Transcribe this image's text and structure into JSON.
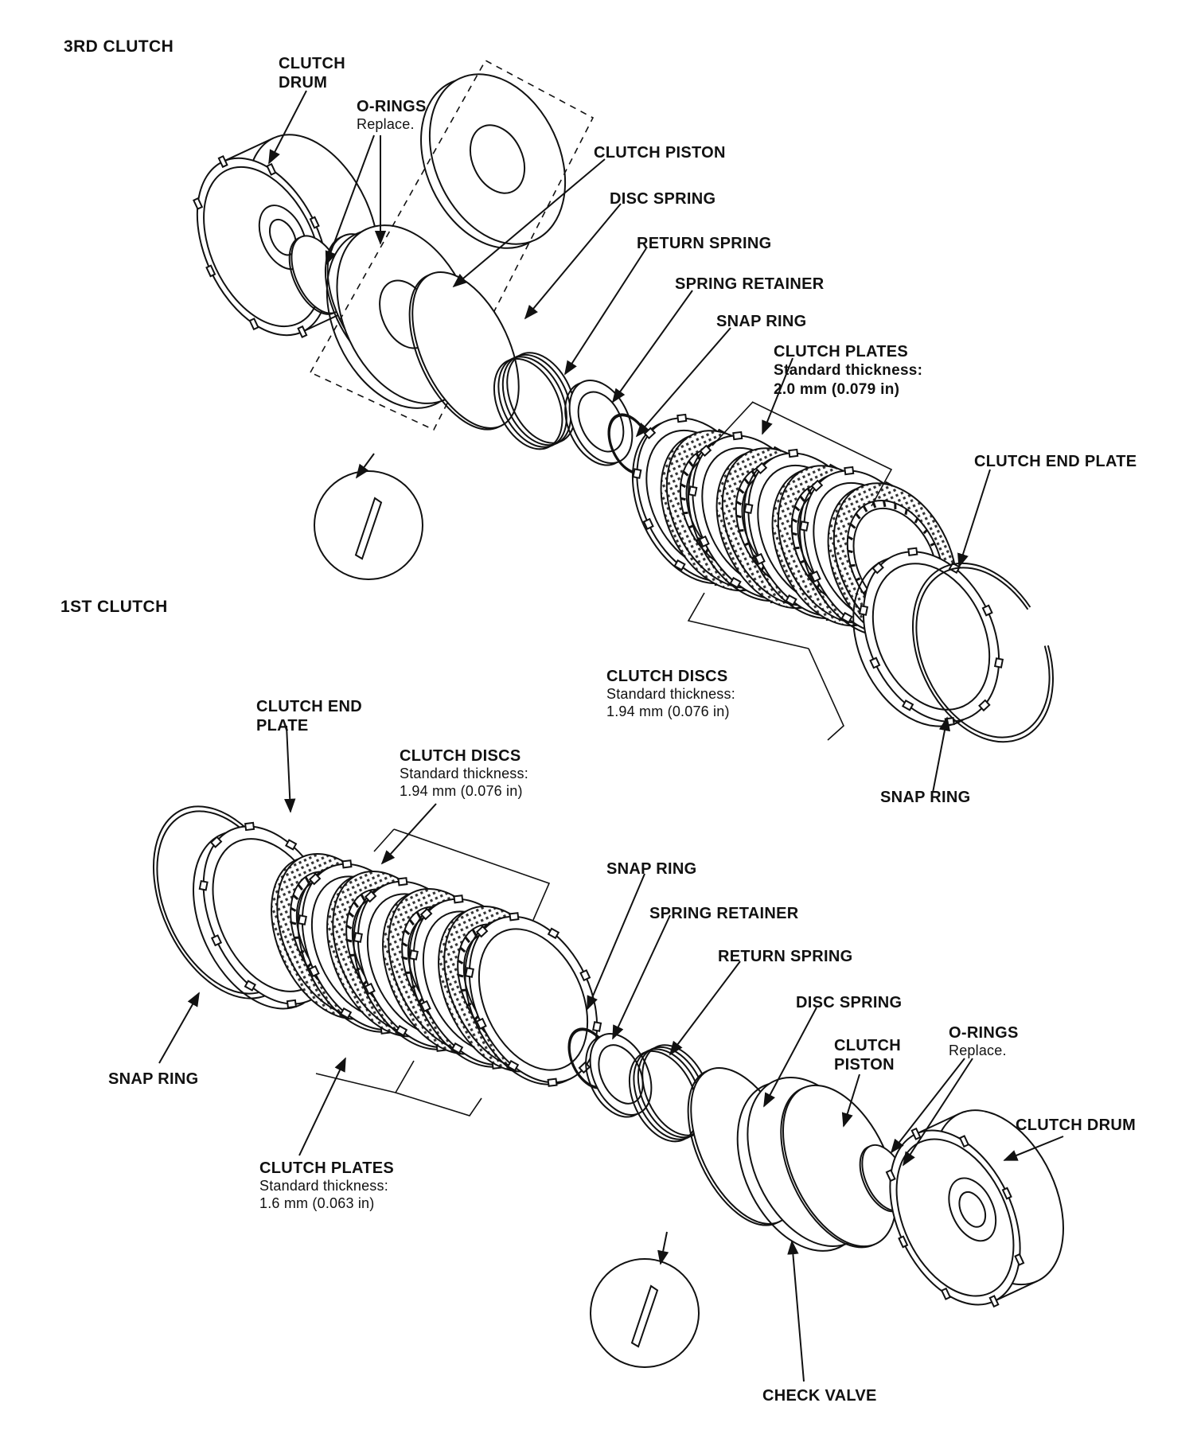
{
  "sections": {
    "third": "3RD CLUTCH",
    "first": "1ST CLUTCH"
  },
  "third_clutch": {
    "clutch_drum": [
      "CLUTCH",
      "DRUM"
    ],
    "o_rings": "O-RINGS",
    "o_rings_note": "Replace.",
    "clutch_piston": "CLUTCH PISTON",
    "disc_spring": "DISC SPRING",
    "return_spring": "RETURN SPRING",
    "spring_retainer": "SPRING RETAINER",
    "snap_ring_inner": "SNAP RING",
    "clutch_plates": "CLUTCH PLATES",
    "clutch_plates_note": [
      "Standard thickness:",
      "2.0 mm (0.079 in)"
    ],
    "clutch_end_plate": "CLUTCH END PLATE",
    "clutch_discs": "CLUTCH DISCS",
    "clutch_discs_note": [
      "Standard thickness:",
      "1.94 mm (0.076 in)"
    ],
    "snap_ring_outer": "SNAP RING"
  },
  "first_clutch": {
    "clutch_end_plate": [
      "CLUTCH END",
      "PLATE"
    ],
    "clutch_discs": "CLUTCH DISCS",
    "clutch_discs_note": [
      "Standard thickness:",
      "1.94 mm (0.076 in)"
    ],
    "snap_ring_inner": "SNAP RING",
    "spring_retainer": "SPRING RETAINER",
    "return_spring": "RETURN SPRING",
    "disc_spring": "DISC SPRING",
    "clutch_piston": [
      "CLUTCH",
      "PISTON"
    ],
    "o_rings": "O-RINGS",
    "o_rings_note": "Replace.",
    "clutch_drum": "CLUTCH DRUM",
    "snap_ring_outer": "SNAP RING",
    "clutch_plates": "CLUTCH PLATES",
    "clutch_plates_note": [
      "Standard thickness:",
      "1.6 mm (0.063 in)"
    ],
    "check_valve": "CHECK VALVE"
  }
}
